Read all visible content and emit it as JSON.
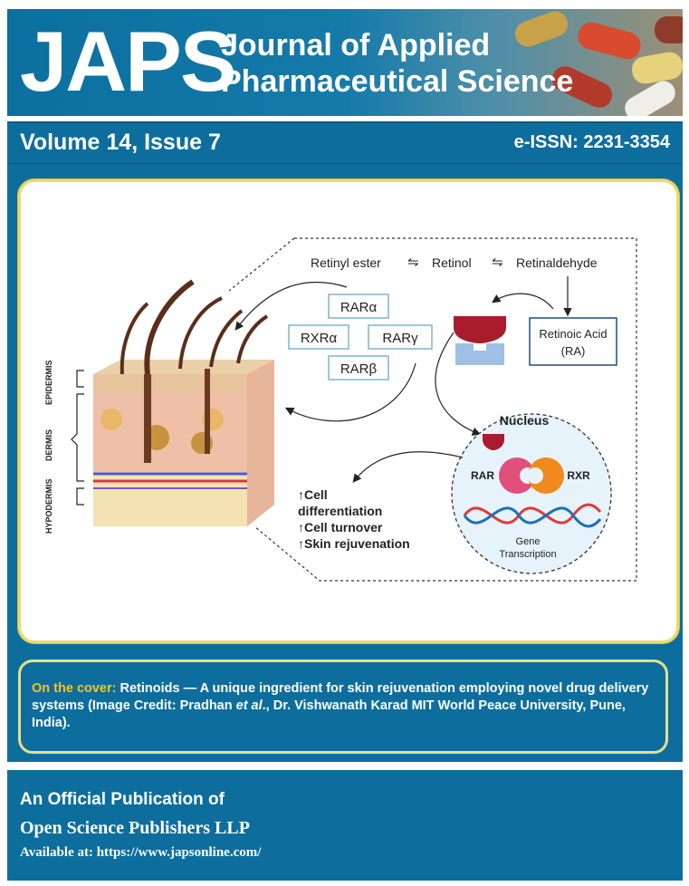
{
  "header": {
    "logo": "JAPS",
    "title_line1": "Journal of Applied",
    "title_line2": "Pharmaceutical Science"
  },
  "issue": {
    "volume": "Volume 14, Issue 7",
    "eissn": "e-ISSN: 2231-3354"
  },
  "figure": {
    "conversion": {
      "retinyl_ester": "Retinyl ester",
      "retinol": "Retinol",
      "retinaldehyde": "Retinaldehyde",
      "arrow_symbol": "⇋"
    },
    "receptors": [
      "RARα",
      "RXRα",
      "RARγ",
      "RARβ"
    ],
    "retinoic_acid": {
      "line1": "Retinoic Acid",
      "line2": "(RA)"
    },
    "nucleus": {
      "title": "Nucleus",
      "rar": "RAR",
      "rxr": "RXR",
      "gene_line1": "Gene",
      "gene_line2": "Transcription"
    },
    "effects": [
      "↑Cell",
      "differentiation",
      "↑Cell turnover",
      "↑Skin rejuvenation"
    ],
    "skin_layers": [
      "EPIDERMIS",
      "DERMIS",
      "HYPODERMIS"
    ]
  },
  "caption": {
    "lead": "On the cover:",
    "text_part1": " Retinoids — A unique ingredient for skin rejuvenation employing novel drug delivery systems (Image Credit: Pradhan ",
    "et_al": "et al",
    "text_part2": "., Dr. Vishwanath Karad MIT World Peace University, Pune, India)."
  },
  "footer": {
    "line1": "An Official Publication of",
    "line2": "Open Science Publishers LLP",
    "line3": "Available at: https://www.japsonline.com/"
  },
  "colors": {
    "brand_blue": "#0d6e9e",
    "frame_yellow": "#e9dc6a",
    "lead_yellow": "#f5c518"
  }
}
